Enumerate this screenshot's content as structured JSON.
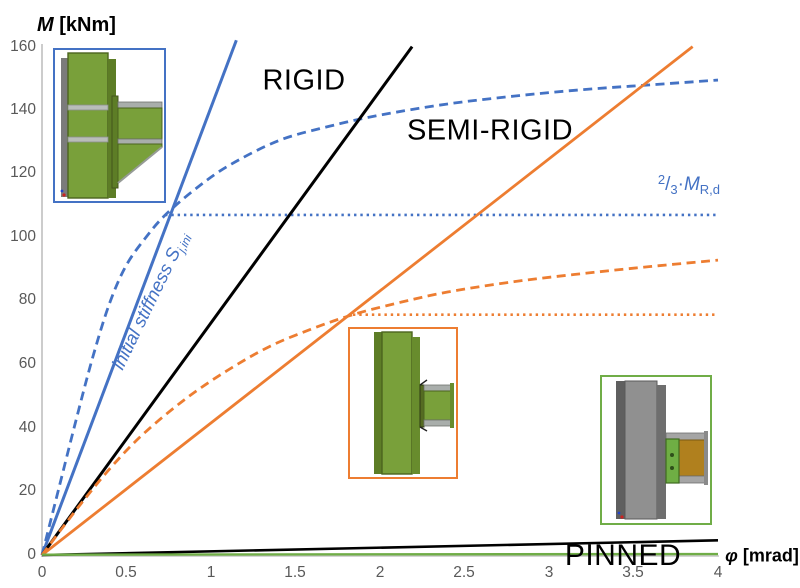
{
  "chart_data": {
    "type": "line",
    "title": "",
    "xlabel": "φ [mrad]",
    "ylabel": "M [kNm]",
    "xlim": [
      0,
      4
    ],
    "ylim": [
      0,
      160
    ],
    "grid": false,
    "legend": "none",
    "x_ticks": [
      "0",
      "0.5",
      "1",
      "1.5",
      "2",
      "2.5",
      "3",
      "3.5",
      "4"
    ],
    "y_ticks": [
      "0",
      "20",
      "40",
      "60",
      "80",
      "100",
      "120",
      "140",
      "160"
    ],
    "series": [
      {
        "name": "initial-stiffness-line",
        "color": "#4472C4",
        "style": "solid",
        "width": 3,
        "points": [
          [
            0,
            0
          ],
          [
            1.15,
            161.5
          ]
        ]
      },
      {
        "name": "semi-rigid-curve-stiff-joint",
        "color": "#4472C4",
        "style": "dashed",
        "width": 2.8,
        "points": [
          [
            0,
            0
          ],
          [
            0.1,
            21
          ],
          [
            0.2,
            42
          ],
          [
            0.3,
            62
          ],
          [
            0.4,
            79
          ],
          [
            0.5,
            91
          ],
          [
            0.62,
            100
          ],
          [
            0.73,
            106.7
          ],
          [
            0.9,
            114.5
          ],
          [
            1.1,
            122
          ],
          [
            1.4,
            130
          ],
          [
            1.7,
            134.5
          ],
          [
            2.0,
            138
          ],
          [
            2.4,
            141.5
          ],
          [
            2.8,
            144
          ],
          [
            3.2,
            146
          ],
          [
            3.6,
            147.5
          ],
          [
            4.0,
            149
          ]
        ]
      },
      {
        "name": "two-thirds-MRd-stiff-joint",
        "color": "#4472C4",
        "style": "dotted",
        "width": 2.6,
        "points": [
          [
            0.728,
            106.7
          ],
          [
            4.0,
            106.7
          ]
        ]
      },
      {
        "name": "rigid-boundary-line",
        "color": "#000000",
        "style": "solid",
        "width": 3,
        "points": [
          [
            0,
            0
          ],
          [
            2.19,
            159.5
          ]
        ]
      },
      {
        "name": "secant-stiffness-line-flexible-joint",
        "color": "#ED7D31",
        "style": "solid",
        "width": 2.8,
        "points": [
          [
            0,
            0
          ],
          [
            3.85,
            159.5
          ]
        ]
      },
      {
        "name": "semi-rigid-curve-flexible-joint",
        "color": "#ED7D31",
        "style": "dashed",
        "width": 2.8,
        "points": [
          [
            0,
            0
          ],
          [
            0.2,
            14
          ],
          [
            0.4,
            27
          ],
          [
            0.6,
            38
          ],
          [
            0.85,
            49
          ],
          [
            1.1,
            58
          ],
          [
            1.35,
            65.5
          ],
          [
            1.6,
            71
          ],
          [
            1.84,
            75.4
          ],
          [
            2.1,
            79
          ],
          [
            2.4,
            82.5
          ],
          [
            2.8,
            85.8
          ],
          [
            3.2,
            88.3
          ],
          [
            3.6,
            90.5
          ],
          [
            4.0,
            92.5
          ]
        ]
      },
      {
        "name": "two-thirds-MRd-flexible-joint",
        "color": "#ED7D31",
        "style": "dotted",
        "width": 2.6,
        "points": [
          [
            1.84,
            75.4
          ],
          [
            3.99,
            75.4
          ]
        ]
      },
      {
        "name": "pinned-boundary-line",
        "color": "#000000",
        "style": "solid",
        "width": 2.6,
        "points": [
          [
            0,
            0
          ],
          [
            4.0,
            4.6
          ]
        ]
      },
      {
        "name": "pinned-joint-curve",
        "color": "#70AD47",
        "style": "solid",
        "width": 2.4,
        "points": [
          [
            0,
            0.1
          ],
          [
            4.0,
            0.3
          ]
        ]
      }
    ],
    "annotations": {
      "rigid": "RIGID",
      "semi_rigid": "SEMI-RIGID",
      "pinned": "PINNED"
    }
  },
  "labels": {
    "y_axis": {
      "symbol": "M",
      "unit": " [kNm]"
    },
    "x_axis": {
      "symbol": "φ",
      "unit": " [mrad]"
    },
    "initial_stiffness": {
      "text": "initial stiffness ",
      "symbol": "S",
      "subscript": "j,ini"
    },
    "two_thirds": {
      "numerator": "2",
      "slash": "/",
      "denominator": "3",
      "dot": "·",
      "symbol": "M",
      "subscript": "R,d"
    }
  },
  "colors": {
    "accent_blue": "#4472C4",
    "accent_orange": "#ED7D31",
    "accent_green": "#70AD47",
    "text_gray": "#595959",
    "axis_gray": "#c6c6c6",
    "black": "#000000"
  },
  "insets": [
    {
      "name": "haunched-end-plate-joint-image",
      "border_color": "#4472C4"
    },
    {
      "name": "flush-end-plate-joint-image",
      "border_color": "#ED7D31"
    },
    {
      "name": "fin-plate-joint-image",
      "border_color": "#70AD47"
    }
  ]
}
